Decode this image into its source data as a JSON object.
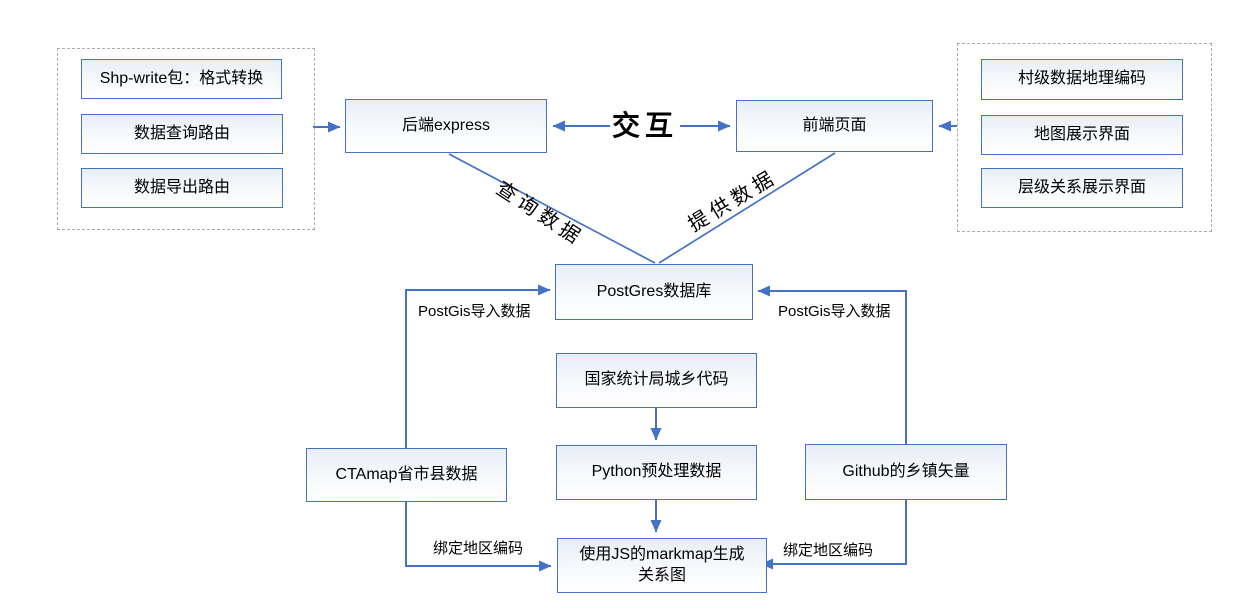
{
  "groups": {
    "backend_modules": {
      "items": [
        {
          "label": "Shp-write包：格式转换"
        },
        {
          "label": "数据查询路由"
        },
        {
          "label": "数据导出路由"
        }
      ]
    },
    "frontend_modules": {
      "items": [
        {
          "label": "村级数据地理编码"
        },
        {
          "label": "地图展示界面"
        },
        {
          "label": "层级关系展示界面"
        }
      ]
    }
  },
  "nodes": {
    "backend": {
      "label": "后端express"
    },
    "frontend": {
      "label": "前端页面"
    },
    "database": {
      "label": "PostGres数据库"
    },
    "stats_code": {
      "label": "国家统计局城乡代码"
    },
    "python": {
      "label": "Python预处理数据"
    },
    "markmap": {
      "label": "使用JS的markmap生成关系图",
      "lines": [
        "使用JS的markmap生成",
        "关系图"
      ]
    },
    "ctamap": {
      "label": "CTAmap省市县数据"
    },
    "github": {
      "label": "Github的乡镇矢量"
    }
  },
  "edges": {
    "interaction": {
      "label": "交互"
    },
    "query_data": {
      "label": "查询数据"
    },
    "provide_data": {
      "label": "提供数据"
    },
    "postgis_import_left": {
      "label": "PostGis导入数据"
    },
    "postgis_import_right": {
      "label": "PostGis导入数据"
    },
    "bind_region_left": {
      "label": "绑定地区编码"
    },
    "bind_region_right": {
      "label": "绑定地区编码"
    }
  },
  "colors": {
    "connector": "#4472C4",
    "node_border": "#4472C4",
    "group_border": "#ABABAB",
    "label_text": "#000000"
  }
}
